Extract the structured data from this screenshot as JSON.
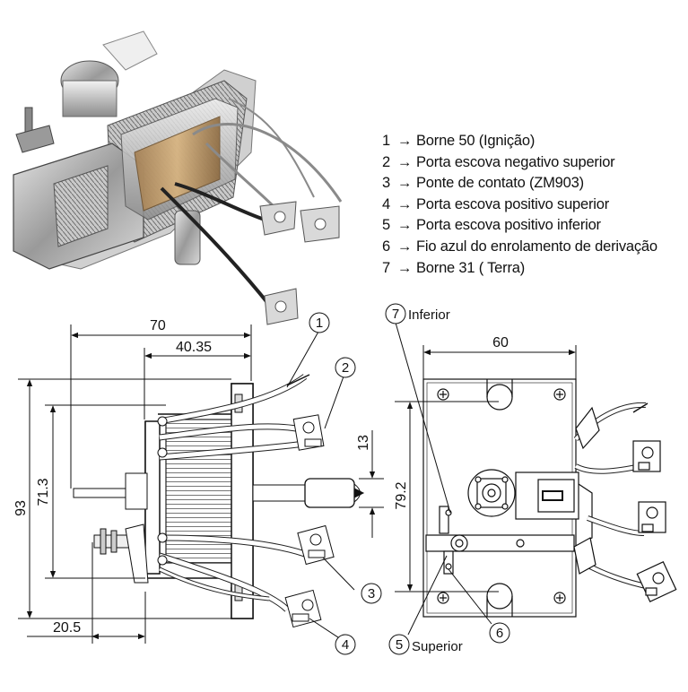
{
  "legend": {
    "arrow": "→",
    "items": [
      {
        "num": "1",
        "text": "Borne 50 (Ignição)"
      },
      {
        "num": "2",
        "text": "Porta escova negativo superior"
      },
      {
        "num": "3",
        "text": "Ponte de contato (ZM903)"
      },
      {
        "num": "4",
        "text": "Porta escova positivo superior"
      },
      {
        "num": "5",
        "text": "Porta escova positivo inferior"
      },
      {
        "num": "6",
        "text": "Fio azul do enrolamento de derivação"
      },
      {
        "num": "7",
        "text": "Borne 31 ( Terra)"
      }
    ]
  },
  "side_view": {
    "dims": {
      "width_total": "70",
      "width_partial": "40.35",
      "height_total": "93",
      "height_inner": "71.3",
      "plunger_offset": "13",
      "terminal_offset": "20.5"
    },
    "callouts": [
      "1",
      "2",
      "3",
      "4"
    ]
  },
  "front_view": {
    "dims": {
      "width": "60",
      "height": "79.2"
    },
    "callouts": [
      {
        "num": "7",
        "label": "Inferior"
      },
      {
        "num": "5",
        "label": "Superior"
      },
      {
        "num": "6",
        "label": ""
      }
    ]
  }
}
